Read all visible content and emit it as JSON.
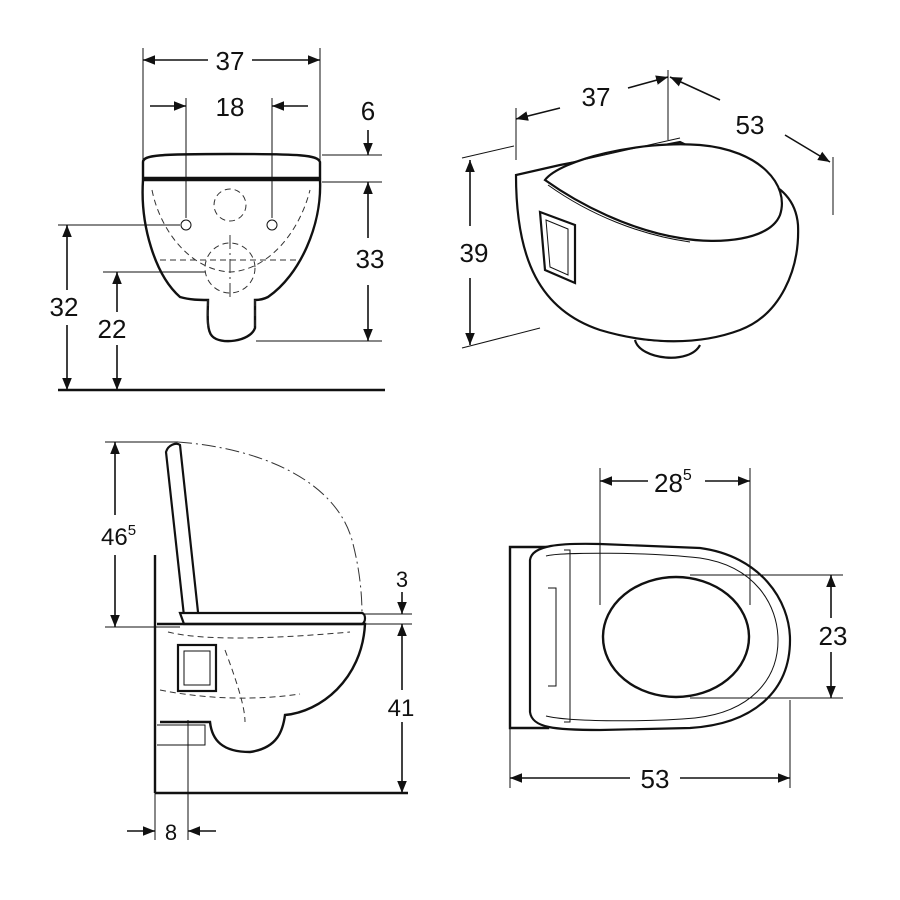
{
  "front_view": {
    "width": "37",
    "fixing_spacing": "18",
    "seat_thickness": "6",
    "body_height": "33",
    "fixing_height": "32",
    "outlet_height": "22"
  },
  "perspective_view": {
    "width": "37",
    "depth": "53",
    "height": "39"
  },
  "side_view": {
    "lid_height": "46",
    "lid_height_sup": "5",
    "seat_gap": "3",
    "rim_height": "41",
    "wall_offset": "8"
  },
  "top_view": {
    "seat_width": "28",
    "seat_width_sup": "5",
    "opening_depth": "23",
    "total_depth": "53"
  }
}
